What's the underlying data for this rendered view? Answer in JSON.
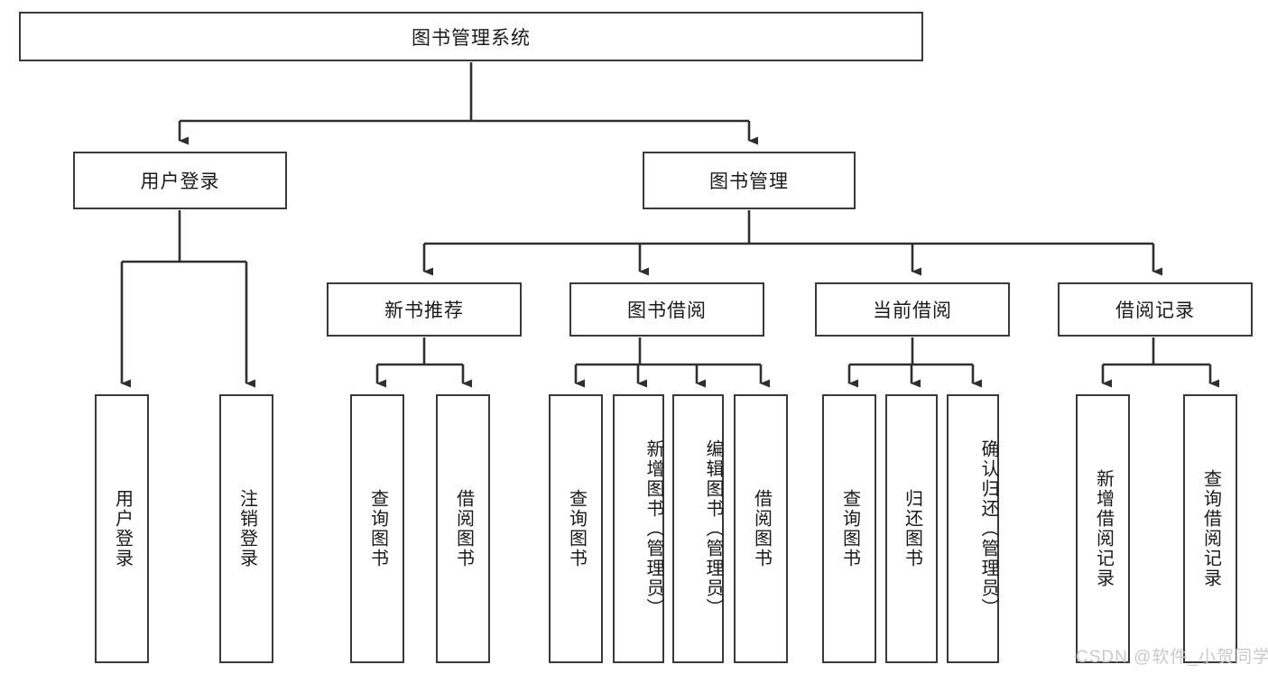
{
  "diagram": {
    "type": "tree-hierarchy",
    "title": "图书管理系统",
    "watermark": "CSDN @软件_小贺同学",
    "colors": {
      "box_border": "#3a3a3a",
      "box_fill": "#ffffff",
      "connector": "#2f2f2f",
      "text": "#1a1a1a",
      "watermark": "#c9c9c9",
      "background": "#ffffff"
    },
    "root": {
      "label": "图书管理系统"
    },
    "level1": [
      {
        "id": "user-login",
        "label": "用户登录"
      },
      {
        "id": "book-management",
        "label": "图书管理"
      }
    ],
    "level2": [
      {
        "id": "new-book-recommend",
        "label": "新书推荐",
        "parent": "book-management"
      },
      {
        "id": "book-borrow",
        "label": "图书借阅",
        "parent": "book-management"
      },
      {
        "id": "current-borrow",
        "label": "当前借阅",
        "parent": "book-management"
      },
      {
        "id": "borrow-record",
        "label": "借阅记录",
        "parent": "book-management"
      }
    ],
    "leaves": {
      "user-login": [
        {
          "id": "leaf-user-login",
          "label": "用户登录"
        },
        {
          "id": "leaf-user-logout",
          "label": "注销登录"
        }
      ],
      "new-book-recommend": [
        {
          "id": "leaf-query-book-1",
          "label": "查询图书"
        },
        {
          "id": "leaf-borrow-book-1",
          "label": "借阅图书"
        }
      ],
      "book-borrow": [
        {
          "id": "leaf-query-book-2",
          "label": "查询图书"
        },
        {
          "id": "leaf-add-book",
          "label": "新增图书（管理员）"
        },
        {
          "id": "leaf-edit-book",
          "label": "编辑图书（管理员）"
        },
        {
          "id": "leaf-borrow-book-2",
          "label": "借阅图书"
        }
      ],
      "current-borrow": [
        {
          "id": "leaf-query-book-3",
          "label": "查询图书"
        },
        {
          "id": "leaf-return-book",
          "label": "归还图书"
        },
        {
          "id": "leaf-confirm-return",
          "label": "确认归还（管理员）"
        }
      ],
      "borrow-record": [
        {
          "id": "leaf-add-record",
          "label": "新增借阅记录"
        },
        {
          "id": "leaf-query-record",
          "label": "查询借阅记录"
        }
      ]
    }
  }
}
